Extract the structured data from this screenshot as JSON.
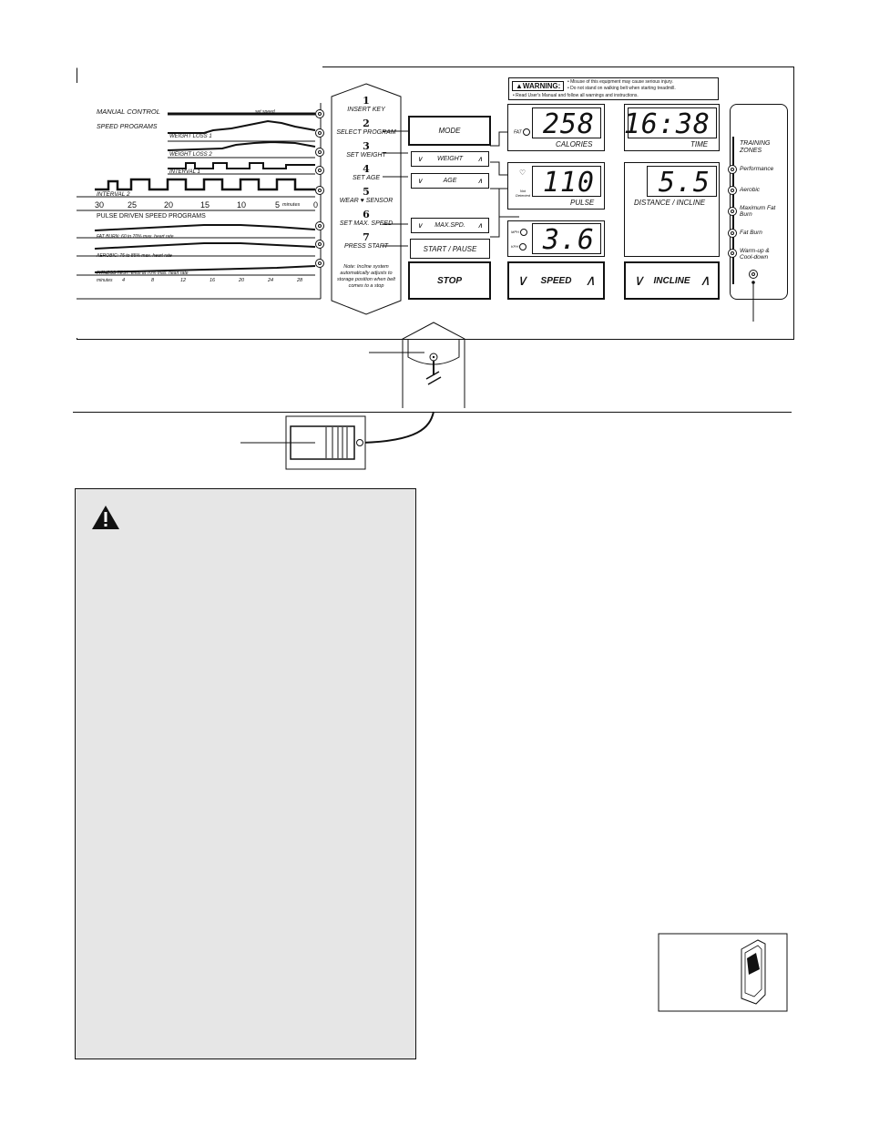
{
  "programs": {
    "manual_control": "MANUAL CONTROL",
    "set_speed": "set speed",
    "speed_programs": "SPEED PROGRAMS",
    "weight_loss_1": "WEIGHT LOSS 1",
    "weight_loss_2": "WEIGHT LOSS 2",
    "interval_1": "INTERVAL 1",
    "interval_2": "INTERVAL 2",
    "timeline": [
      "30",
      "25",
      "20",
      "15",
      "10",
      "5",
      "0"
    ],
    "minutes_label": "minutes",
    "pulse_driven": "PULSE DRIVEN SPEED PROGRAMS",
    "fat_burn": "FAT BURN: 60 to 70% max. heart rate",
    "aerobic": "AEROBIC: 75 to 85% max. heart rate",
    "fitness_test": "FITNESS TEST: ends at 70% max. heart rate",
    "fitness_minutes": "minutes",
    "fitness_ticks": [
      "4",
      "8",
      "12",
      "16",
      "20",
      "24",
      "28"
    ]
  },
  "steps": [
    {
      "num": "1",
      "label": "INSERT KEY"
    },
    {
      "num": "2",
      "label": "SELECT PROGRAM"
    },
    {
      "num": "3",
      "label": "SET WEIGHT"
    },
    {
      "num": "4",
      "label": "SET AGE"
    },
    {
      "num": "5",
      "label": "WEAR ♥ SENSOR"
    },
    {
      "num": "6",
      "label": "SET MAX. SPEED"
    },
    {
      "num": "7",
      "label": "PRESS START"
    }
  ],
  "incline_note": "Note: Incline system automatically adjusts to storage position when belt comes to a stop",
  "buttons": {
    "mode": "MODE",
    "weight": "WEIGHT",
    "age": "AGE",
    "max_spd": "MAX.SPD.",
    "start_pause": "START / PAUSE",
    "stop": "STOP",
    "speed": "SPEED",
    "incline": "INCLINE"
  },
  "warning": {
    "badge": "WARNING:",
    "lines": [
      "• Misuse of this equipment may cause serious injury.",
      "• Do not stand on walking belt when starting treadmill.",
      "• Read User's Manual and follow all warnings and instructions."
    ]
  },
  "displays": {
    "calories_value": "258",
    "calories_label": "CALORIES",
    "fat_label": "FAT",
    "time_value": "16:38",
    "time_label": "TIME",
    "pulse_value": "110",
    "pulse_label": "PULSE",
    "not_detected": "Not Detected",
    "distance_value": "5.5",
    "distance_label": "DISTANCE / INCLINE",
    "speed_value": "3.6",
    "mph": "MPH",
    "kph": "KPH"
  },
  "zones": {
    "title": "TRAINING ZONES",
    "items": [
      "Performance",
      "Aerobic",
      "Maximum Fat Burn",
      "Fat Burn",
      "Warm-up & Cool-down"
    ]
  }
}
